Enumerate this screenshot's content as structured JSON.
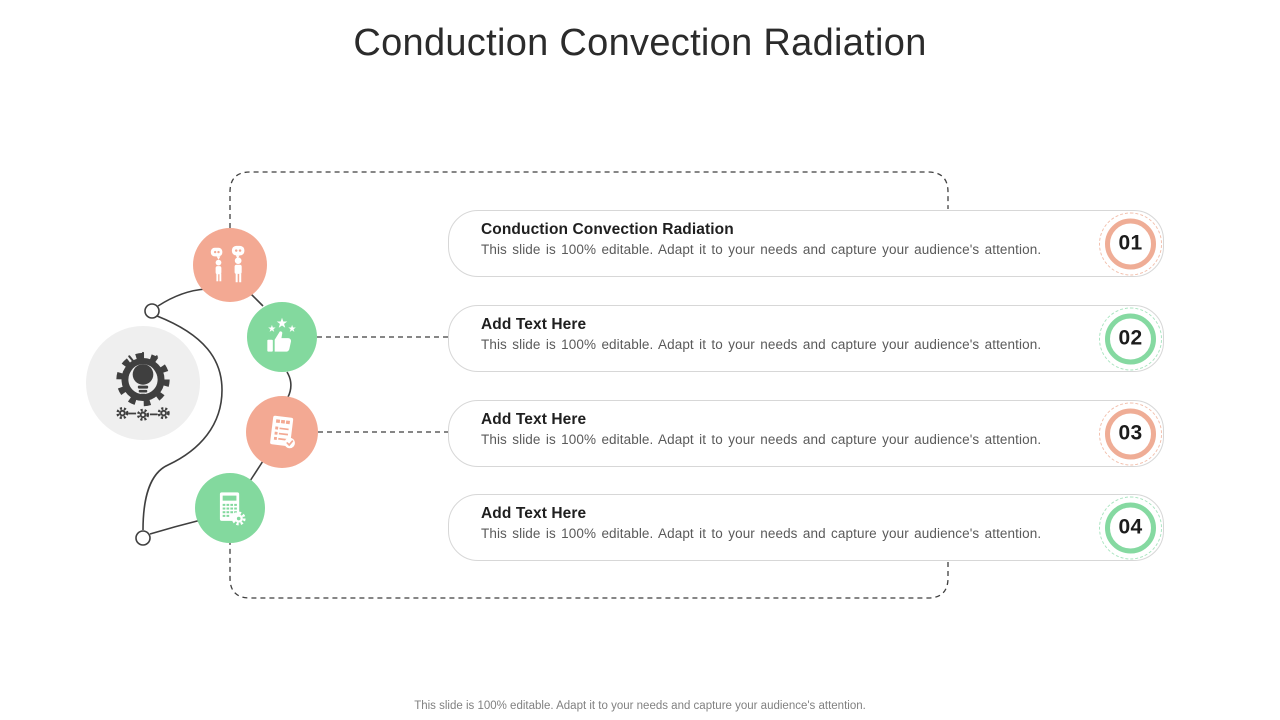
{
  "slide": {
    "title": "Conduction Convection Radiation"
  },
  "colors": {
    "salmon": "#F3A993",
    "green": "#83D99E",
    "salmon_dashed_ring": "#F2BFAC",
    "green_dashed_ring": "#A9E4C0",
    "center_circle_gray": "#EFEFEF",
    "line_dark": "#3F3F3F",
    "row_border": "#D7D7D7"
  },
  "diagram": {
    "center_icon": "innovation-gear-bulb-icon",
    "nodes": [
      {
        "icon": "discussion-icon",
        "accent": "salmon"
      },
      {
        "icon": "thumbs-up-stars-icon",
        "accent": "green"
      },
      {
        "icon": "checklist-icon",
        "accent": "salmon"
      },
      {
        "icon": "calculator-gear-icon",
        "accent": "green"
      }
    ]
  },
  "rows": [
    {
      "number": "01",
      "accent": "salmon",
      "heading": "Conduction Convection Radiation",
      "description": "This slide is 100% editable. Adapt it to your needs and capture your audience's attention."
    },
    {
      "number": "02",
      "accent": "green",
      "heading": "Add Text Here",
      "description": "This slide is 100% editable. Adapt it to your needs and capture your audience's attention."
    },
    {
      "number": "03",
      "accent": "salmon",
      "heading": "Add Text Here",
      "description": "This slide is 100% editable. Adapt it to your needs and capture your audience's attention."
    },
    {
      "number": "04",
      "accent": "green",
      "heading": "Add Text Here",
      "description": "This slide is 100% editable. Adapt it to your needs and capture your audience's attention."
    }
  ],
  "footer": {
    "text": "This slide is 100% editable. Adapt it to your needs and capture your audience's attention."
  }
}
